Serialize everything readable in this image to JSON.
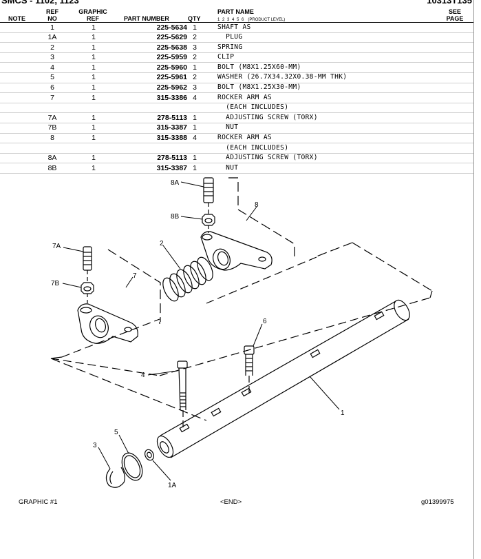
{
  "top": {
    "left_text": "SMCS - 1102, 1123",
    "right_text": "10313T135"
  },
  "headers": {
    "note": "NOTE",
    "ref_no": [
      "REF",
      "NO"
    ],
    "graphic_ref": [
      "GRAPHIC",
      "REF"
    ],
    "part_number": "PART NUMBER",
    "qty": "QTY",
    "part_name": "PART NAME",
    "levels": "1 2 3 4 5 6",
    "product_level": "(PRODUCT LEVEL)",
    "see_page": [
      "SEE",
      "PAGE"
    ]
  },
  "rows": [
    {
      "ref": "1",
      "graphic_ref": "1",
      "part_number": "225-5634",
      "qty": "1",
      "name": "SHAFT AS"
    },
    {
      "ref": "1A",
      "graphic_ref": "1",
      "part_number": "225-5629",
      "qty": "2",
      "name": "  PLUG"
    },
    {
      "ref": "2",
      "graphic_ref": "1",
      "part_number": "225-5638",
      "qty": "3",
      "name": "SPRING"
    },
    {
      "ref": "3",
      "graphic_ref": "1",
      "part_number": "225-5959",
      "qty": "2",
      "name": "CLIP"
    },
    {
      "ref": "4",
      "graphic_ref": "1",
      "part_number": "225-5960",
      "qty": "1",
      "name": "BOLT (M8X1.25X60-MM)"
    },
    {
      "ref": "5",
      "graphic_ref": "1",
      "part_number": "225-5961",
      "qty": "2",
      "name": "WASHER (26.7X34.32X0.38-MM THK)"
    },
    {
      "ref": "6",
      "graphic_ref": "1",
      "part_number": "225-5962",
      "qty": "3",
      "name": "BOLT (M8X1.25X30-MM)"
    },
    {
      "ref": "7",
      "graphic_ref": "1",
      "part_number": "315-3386",
      "qty": "4",
      "name": "ROCKER ARM AS"
    },
    {
      "ref": "",
      "graphic_ref": "",
      "part_number": "",
      "qty": "",
      "name": "  (EACH INCLUDES)"
    },
    {
      "ref": "7A",
      "graphic_ref": "1",
      "part_number": "278-5113",
      "qty": "1",
      "name": "  ADJUSTING SCREW (TORX)"
    },
    {
      "ref": "7B",
      "graphic_ref": "1",
      "part_number": "315-3387",
      "qty": "1",
      "name": "  NUT"
    },
    {
      "ref": "8",
      "graphic_ref": "1",
      "part_number": "315-3388",
      "qty": "4",
      "name": "ROCKER ARM AS"
    },
    {
      "ref": "",
      "graphic_ref": "",
      "part_number": "",
      "qty": "",
      "name": "  (EACH INCLUDES)"
    },
    {
      "ref": "8A",
      "graphic_ref": "1",
      "part_number": "278-5113",
      "qty": "1",
      "name": "  ADJUSTING SCREW (TORX)"
    },
    {
      "ref": "8B",
      "graphic_ref": "1",
      "part_number": "315-3387",
      "qty": "1",
      "name": "  NUT"
    }
  ],
  "callouts": {
    "c8A": "8A",
    "c8B": "8B",
    "c8": "8",
    "c7A": "7A",
    "c7B": "7B",
    "c7": "7",
    "c2": "2",
    "c6": "6",
    "c4": "4",
    "c1": "1",
    "c5": "5",
    "c3": "3",
    "c1A": "1A"
  },
  "footer": {
    "graphic": "GRAPHIC #1",
    "end": "<END>",
    "image_id": "g01399975"
  }
}
